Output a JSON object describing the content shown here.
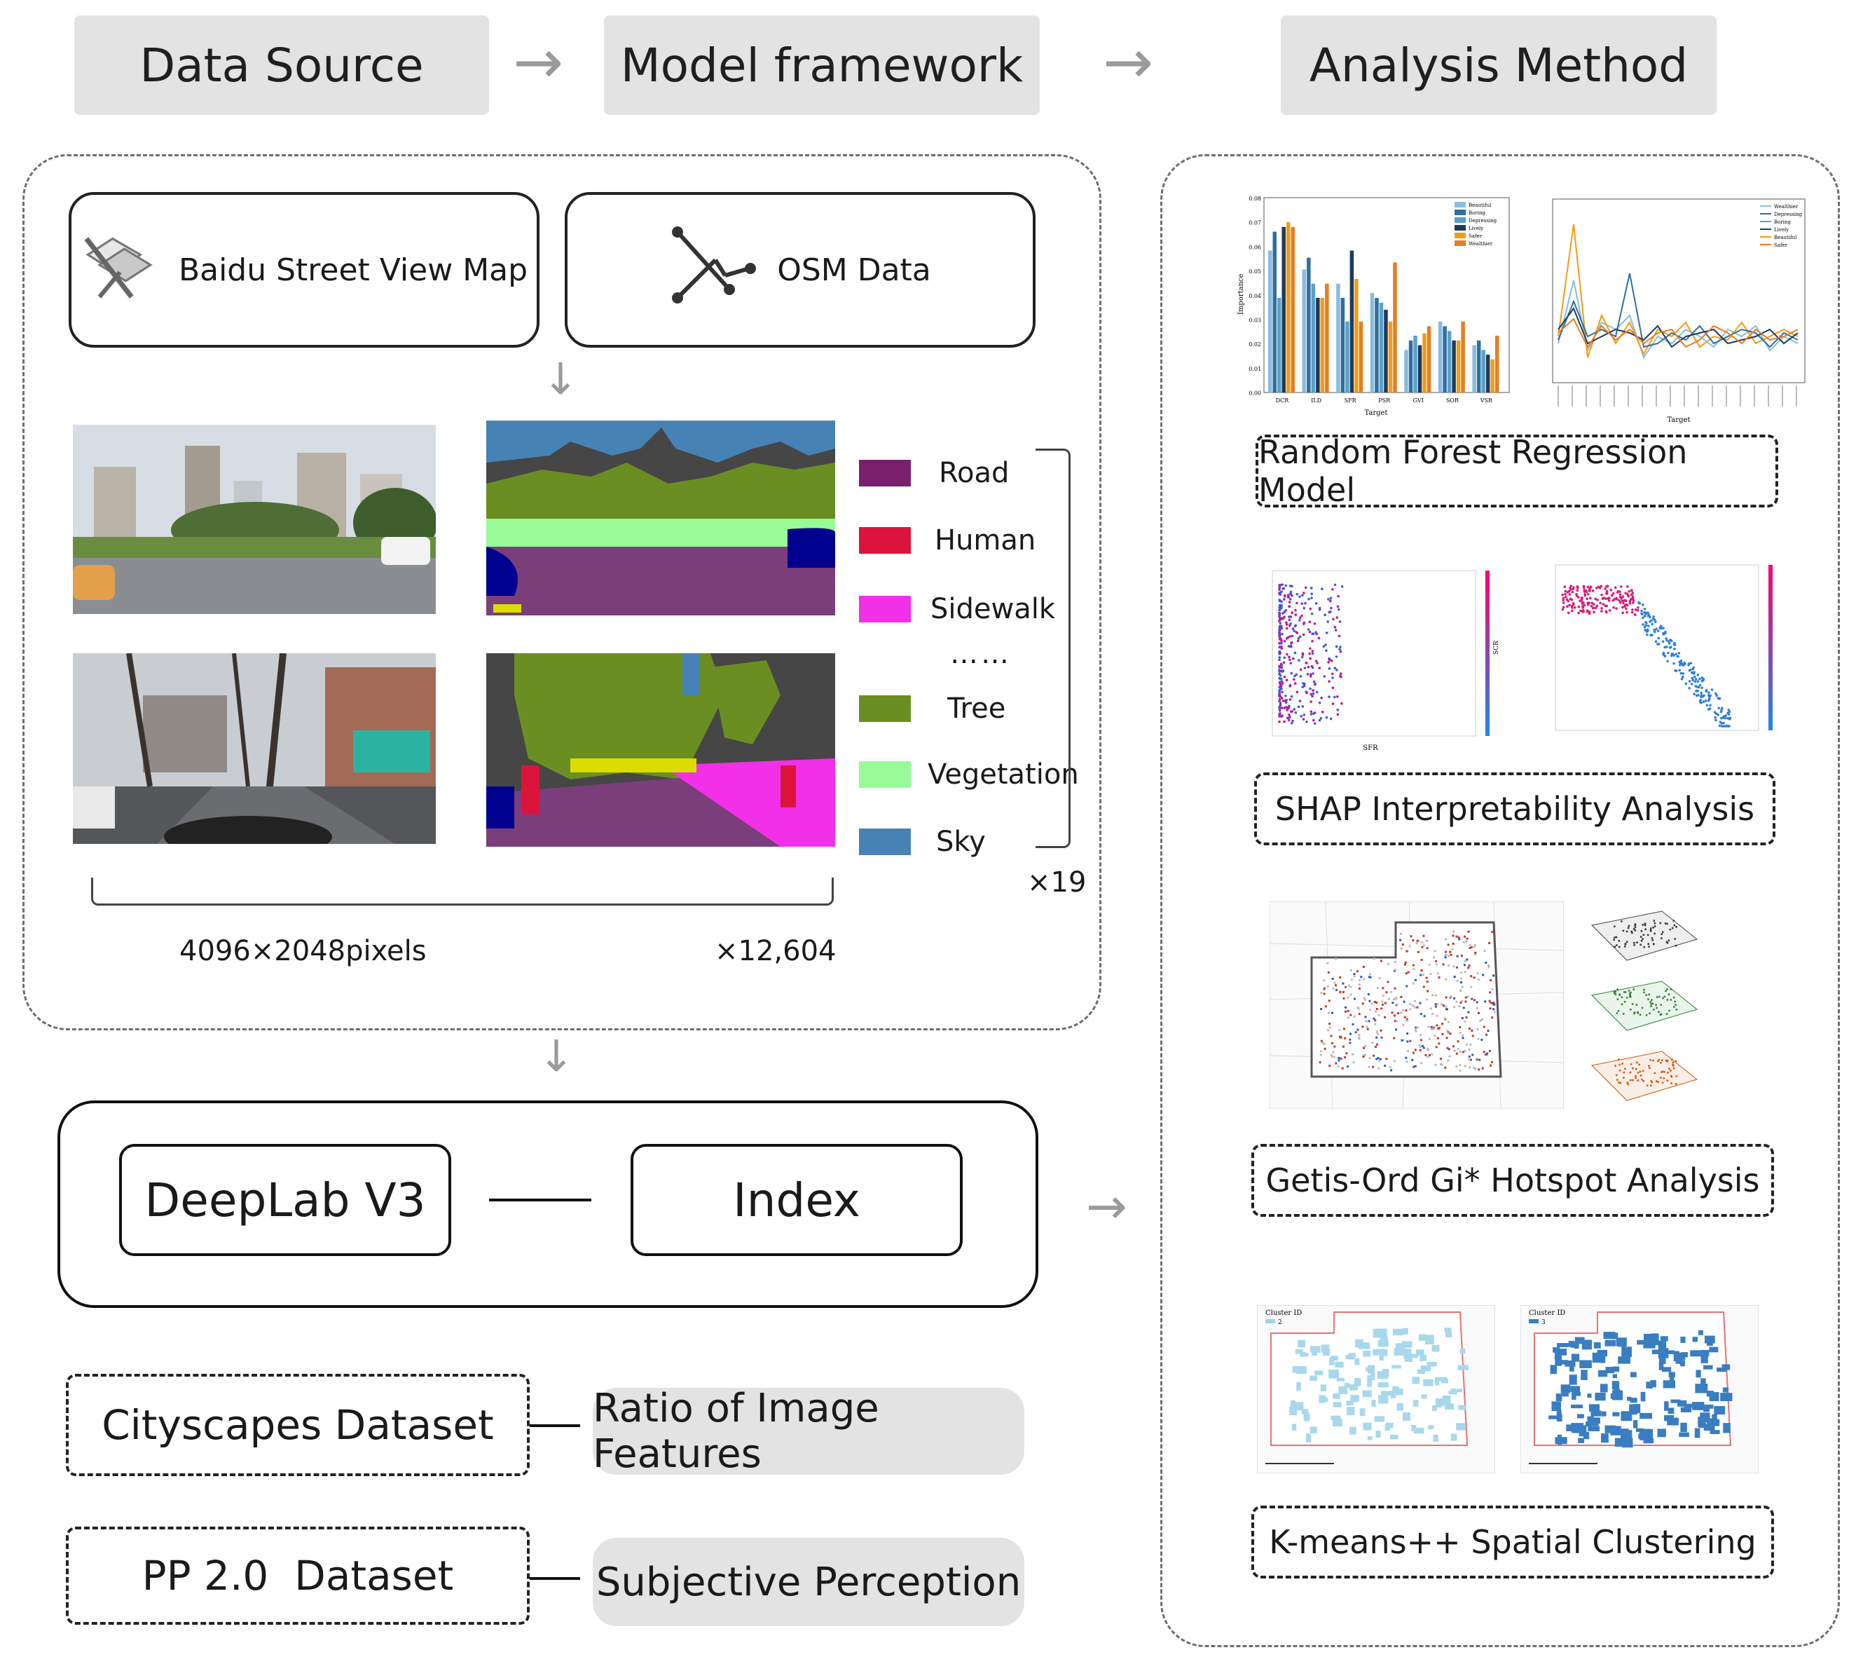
{
  "header": {
    "data_source": "Data Source",
    "model_framework": "Model framework",
    "analysis_method": "Analysis Method"
  },
  "sources": {
    "baidu": {
      "label": "Baidu Street View Map",
      "icon": "street-view-map-icon"
    },
    "osm": {
      "label": "OSM Data",
      "icon": "network-graph-icon"
    }
  },
  "legend": {
    "items": [
      {
        "label": "Road",
        "color": "#7a1f6b"
      },
      {
        "label": "Human",
        "color": "#dc143c"
      },
      {
        "label": "Sidewalk",
        "color": "#f230e8"
      },
      {
        "label": "……",
        "color": ""
      },
      {
        "label": "Tree",
        "color": "#6b8e23"
      },
      {
        "label": "Vegetation",
        "color": "#98fb98"
      },
      {
        "label": "Sky",
        "color": "#4682b4"
      }
    ],
    "multiplier": "×19"
  },
  "image_info": {
    "resolution": "4096×2048pixels",
    "count": "×12,604"
  },
  "model": {
    "deeplab": "DeepLab V3",
    "index": "Index"
  },
  "datasets": [
    {
      "name": "Cityscapes Dataset",
      "result": "Ratio of Image Features"
    },
    {
      "name": "PP 2.0  Dataset",
      "result": "Subjective Perception"
    }
  ],
  "methods": [
    "Random Forest Regression Model",
    "SHAP Interpretability Analysis",
    "Getis-Ord Gi* Hotspot Analysis",
    "K-means++ Spatial Clustering"
  ],
  "thumbnails": {
    "rf_bar": {
      "ylabel": "Importance",
      "xlabel": "Target",
      "yticks": [
        "0.08",
        "0.07",
        "0.06",
        "0.05",
        "0.04",
        "0.03",
        "0.02",
        "0.01",
        "0.00"
      ],
      "categories": [
        "DCR",
        "ILD",
        "SFR",
        "PSR",
        "GVI",
        "SOR",
        "VSR"
      ],
      "legend": [
        "Beautiful",
        "Boring",
        "Depressing",
        "Lively",
        "Safer",
        "Wealthier"
      ]
    },
    "rf_line": {
      "xlabel": "Target",
      "legend": [
        "Wealthier",
        "Depressing",
        "Boring",
        "Lively",
        "Beautiful",
        "Safer"
      ]
    },
    "shap": {
      "left_xlabel": "SFR",
      "left_cbar": "SCR"
    },
    "clusters": {
      "left_title": "Cluster ID",
      "left_key": "2",
      "right_title": "Cluster ID",
      "right_key": "3"
    }
  },
  "colors": {
    "header_bg": "#e3e3e3",
    "arrow": "#9a9a9a",
    "panel_border": "#6e6e6e"
  }
}
